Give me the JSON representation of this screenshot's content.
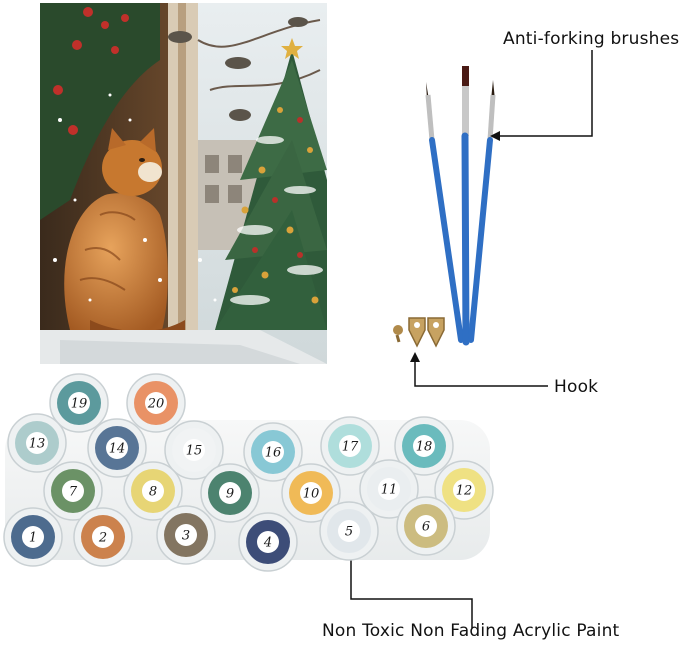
{
  "labels": {
    "brushes": "Anti-forking brushes",
    "hook": "Hook",
    "paint": "Non Toxic Non Fading Acrylic Paint"
  },
  "paint_pots": [
    {
      "number": "1",
      "color": "#3f5f86"
    },
    {
      "number": "2",
      "color": "#c9783f"
    },
    {
      "number": "3",
      "color": "#7a6a55"
    },
    {
      "number": "4",
      "color": "#2e3f6e"
    },
    {
      "number": "5",
      "color": "#dfe6ea"
    },
    {
      "number": "6",
      "color": "#c9b776"
    },
    {
      "number": "7",
      "color": "#5f8a5a"
    },
    {
      "number": "8",
      "color": "#e6d36a"
    },
    {
      "number": "9",
      "color": "#3e7a64"
    },
    {
      "number": "10",
      "color": "#f0b54a"
    },
    {
      "number": "11",
      "color": "#e9eef0"
    },
    {
      "number": "12",
      "color": "#efe07a"
    },
    {
      "number": "13",
      "color": "#a7c9c9"
    },
    {
      "number": "14",
      "color": "#4b6a8e"
    },
    {
      "number": "15",
      "color": "#f1f3f4"
    },
    {
      "number": "16",
      "color": "#7fc4d2"
    },
    {
      "number": "17",
      "color": "#a9dcda"
    },
    {
      "number": "18",
      "color": "#5eb6b9"
    },
    {
      "number": "19",
      "color": "#4f9296"
    },
    {
      "number": "20",
      "color": "#e88a5a"
    }
  ],
  "colors": {
    "brush_handle": "#2f6fc4",
    "ferrule": "#c8c8c8",
    "pointer": "#111111"
  },
  "icons": {
    "painting": "cat-window-christmas-tree-painting",
    "brushes": "paint-brush-icon",
    "hook": "hanging-hook-icon"
  }
}
